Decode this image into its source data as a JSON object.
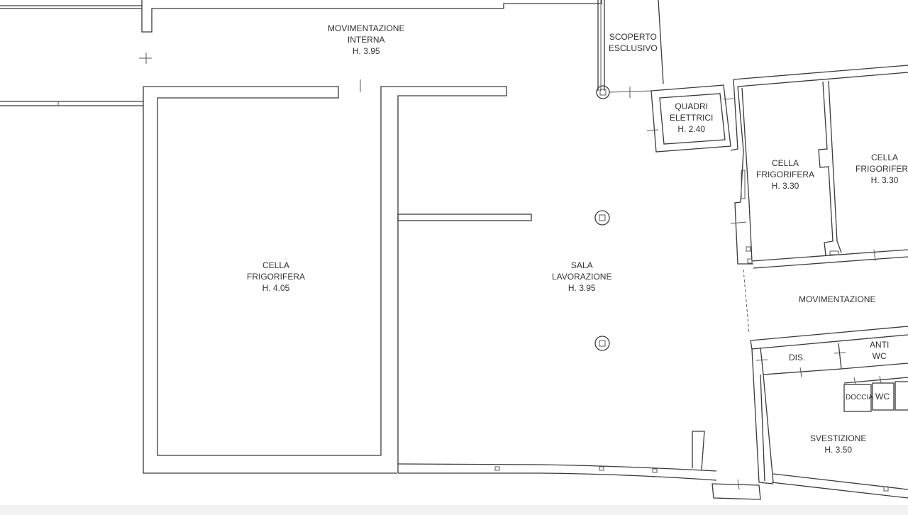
{
  "rooms": {
    "mov_interna": {
      "name1": "MOVIMENTAZIONE",
      "name2": "INTERNA",
      "height": "H. 3.95"
    },
    "scoperto": {
      "name1": "SCOPERTO",
      "name2": "ESCLUSIVO"
    },
    "quadri": {
      "name1": "QUADRI",
      "name2": "ELETTRICI",
      "height": "H. 2.40"
    },
    "cella_left": {
      "name1": "CELLA",
      "name2": "FRIGORIFERA",
      "height": "H. 4.05"
    },
    "sala": {
      "name1": "SALA",
      "name2": "LAVORAZIONE",
      "height": "H. 3.95"
    },
    "cella_mid": {
      "name1": "CELLA",
      "name2": "FRIGORIFERA",
      "height": "H. 3.30"
    },
    "cella_right": {
      "name1": "CELLA",
      "name2": "FRIGORIFERA",
      "height": "H. 3.30"
    },
    "movimentazione": {
      "name1": "MOVIMENTAZIONE"
    },
    "dis": {
      "name1": "DIS."
    },
    "anti_wc": {
      "name1": "ANTI",
      "name2": "WC"
    },
    "doccia": {
      "name1": "DOCCIA"
    },
    "wc": {
      "name1": "WC"
    },
    "svestizione": {
      "name1": "SVESTIZIONE",
      "height": "H. 3.50"
    }
  }
}
